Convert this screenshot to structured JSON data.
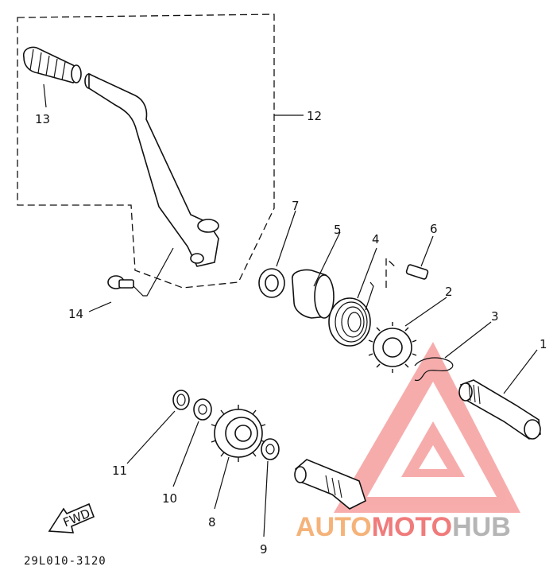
{
  "diagram": {
    "callouts": [
      "1",
      "2",
      "3",
      "4",
      "5",
      "6",
      "7",
      "8",
      "9",
      "10",
      "11",
      "12",
      "13",
      "14"
    ],
    "fwd_label": "FWD",
    "doc_number": "29L010-3120"
  },
  "watermark": {
    "brand_part1": "AUTO",
    "brand_part2": "MOTO",
    "brand_part3": "HUB",
    "colors": {
      "auto": "#f5b37a",
      "moto": "#f07b7b",
      "hub": "#b5b5b5",
      "logo": "#f26a6a"
    }
  }
}
